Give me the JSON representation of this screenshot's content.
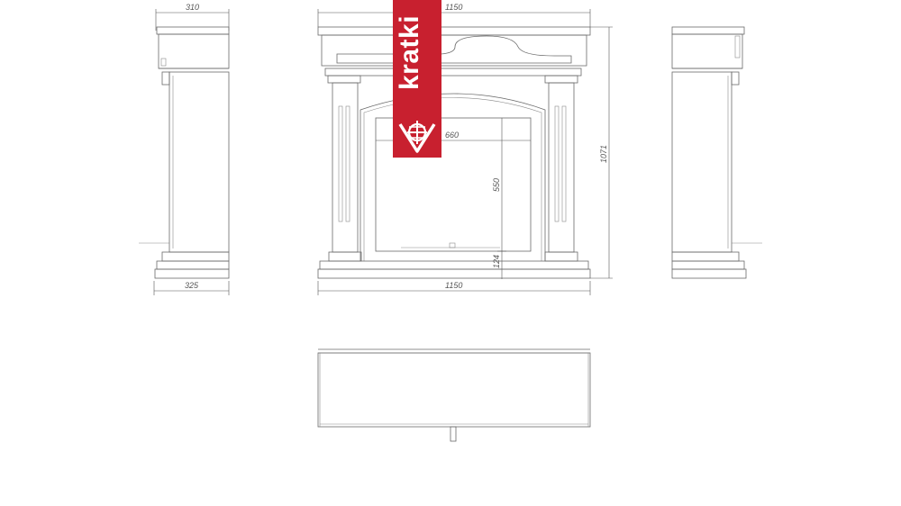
{
  "drawing": {
    "dimensions": {
      "side_top_depth": "310",
      "side_base_depth": "325",
      "front_top_width": "1150",
      "front_bottom_width": "1150",
      "height": "1071",
      "opening_width": "660",
      "opening_height": "550",
      "base_height": "124"
    }
  },
  "brand": {
    "name": "kratki",
    "color": "#c8202f",
    "logo_icon": "kratki-grid-logo-icon"
  }
}
